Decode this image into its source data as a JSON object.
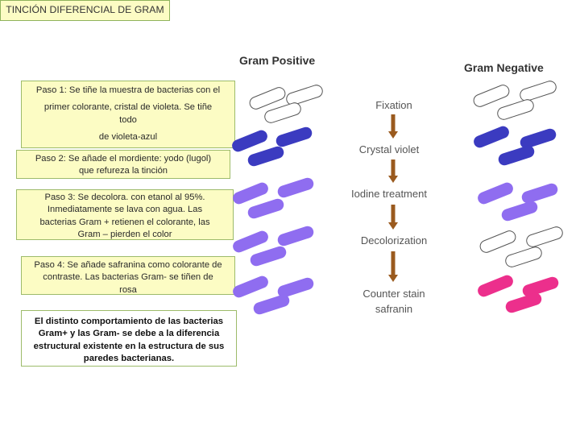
{
  "title": "TINCIÓN DIFERENCIAL DE GRAM",
  "steps": {
    "step1": {
      "lines": [
        "Paso 1: Se tiñe la muestra de bacterias con el",
        "primer colorante, cristal de violeta. Se tiñe",
        "todo",
        "de violeta-azul"
      ]
    },
    "step2": {
      "lines": [
        "Paso 2: Se añade el mordiente: yodo (lugol)",
        "que refureza la tinción"
      ]
    },
    "step3": {
      "lines": [
        "Paso 3: Se decolora. con etanol al 95%.",
        "Inmediatamente se lava con agua. Las",
        "bacterias Gram + retienen el colorante, las",
        "Gram – pierden el color"
      ]
    },
    "step4": {
      "lines": [
        "Paso 4: Se añade safranina como colorante de",
        "contraste. Las bacterias Gram- se tiñen de",
        "rosa"
      ]
    }
  },
  "summary": {
    "lines": [
      "El distinto comportamiento de las bacterias",
      "Gram+ y las Gram- se debe a la diferencia",
      "estructural existente en la estructura de sus",
      "paredes bacterianas."
    ]
  },
  "diagram": {
    "gram_positive_label": "Gram Positive",
    "gram_negative_label": "Gram Negative",
    "stages": {
      "fixation": "Fixation",
      "crystal_violet": "Crystal violet",
      "iodine": "Iodine treatment",
      "decolorization": "Decolorization",
      "counter_stain_1": "Counter stain",
      "counter_stain_2": "safranin"
    }
  },
  "colors": {
    "unstained": "#ffffff",
    "crystal_violet": "#3b3bc0",
    "iodine_complex": "#8f6df0",
    "safranin": "#ec2f8c",
    "arrow": "#9a5a1e"
  }
}
